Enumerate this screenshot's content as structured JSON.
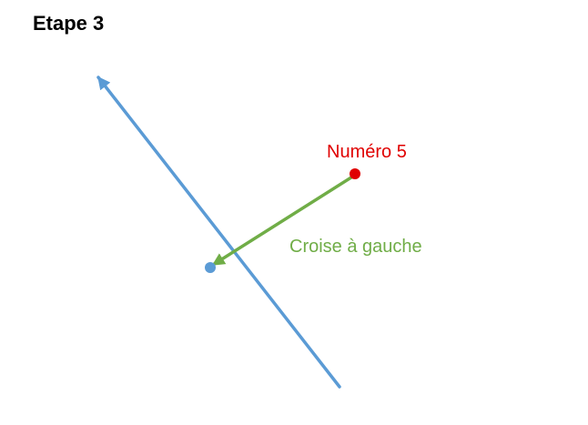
{
  "title": "Etape 3",
  "point_label": "Numéro 5",
  "move_label": "Croise à gauche",
  "colors": {
    "line": "#5B9BD5",
    "red_point": "#E00000",
    "move_arrow": "#70AD47",
    "title_text": "#000000"
  }
}
